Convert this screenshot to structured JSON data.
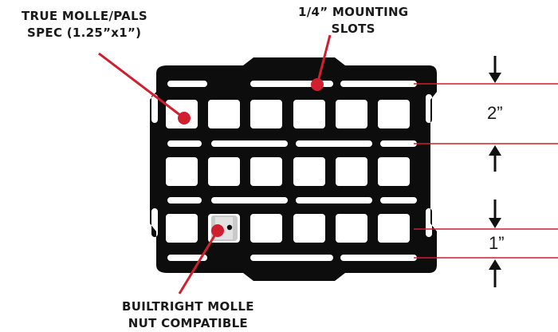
{
  "callouts": {
    "molle_spec": [
      "TRUE MOLLE/PALS",
      "SPEC (1.25”x1”)"
    ],
    "mounting_slots": [
      "1/4” MOUNTING",
      "SLOTS"
    ],
    "nut_compatible": [
      "BUILTRIGHT MOLLE",
      "NUT COMPATIBLE"
    ]
  },
  "dimensions": {
    "upper": "2”",
    "lower": "1”"
  },
  "colors": {
    "plate": "#0d0d0d",
    "accent": "#d01f2e",
    "nut": "#c9c9c9"
  }
}
